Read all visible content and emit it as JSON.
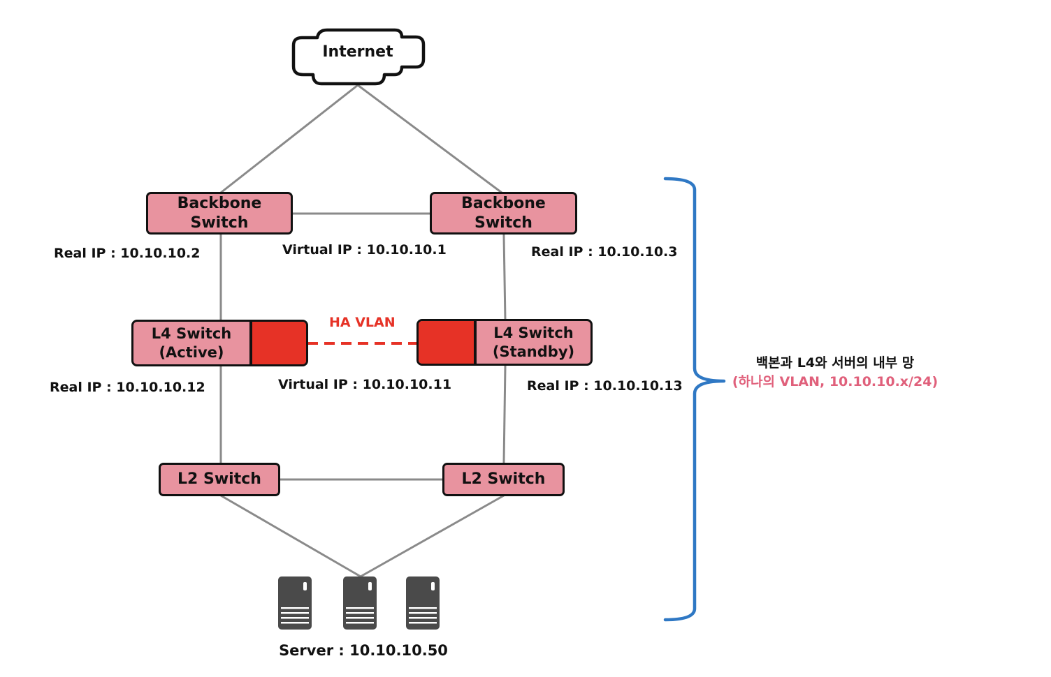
{
  "internet": {
    "label": "Internet"
  },
  "backbone": {
    "left": {
      "label": "Backbone\nSwitch",
      "real_ip": "Real IP : 10.10.10.2"
    },
    "right": {
      "label": "Backbone\nSwitch",
      "real_ip": "Real IP : 10.10.10.3"
    },
    "virtual_ip": "Virtual IP : 10.10.10.1"
  },
  "l4": {
    "active": {
      "label": "L4 Switch\n(Active)",
      "real_ip": "Real IP : 10.10.10.12"
    },
    "standby": {
      "label": "L4 Switch\n(Standby)",
      "real_ip": "Real IP : 10.10.10.13"
    },
    "virtual_ip": "Virtual IP : 10.10.10.11",
    "ha_label": "HA VLAN"
  },
  "l2": {
    "left": {
      "label": "L2 Switch"
    },
    "right": {
      "label": "L2 Switch"
    }
  },
  "server": {
    "label": "Server : 10.10.10.50"
  },
  "brace": {
    "title": "백본과 L4와 서버의 내부 망",
    "subtitle": "(하나의 VLAN, 10.10.10.x/24)"
  },
  "colors": {
    "node_fill": "#e8939f",
    "accent_red": "#e63226",
    "brace_blue": "#2f78c4",
    "subtitle_pink": "#e0607b",
    "line_gray": "#8a8a8a"
  }
}
